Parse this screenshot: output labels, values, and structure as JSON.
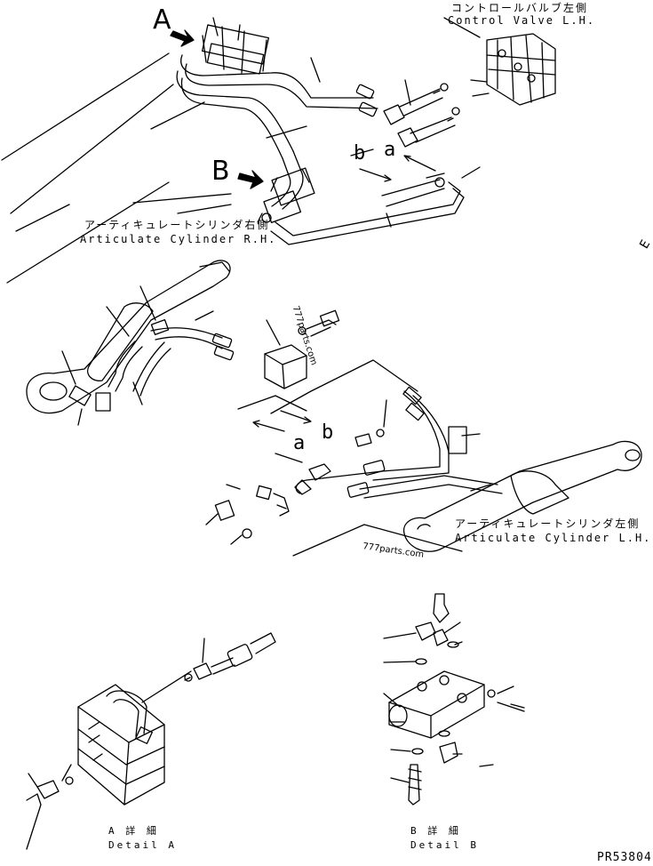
{
  "labels": {
    "control_valve_jp": "コントロールバルブ左側",
    "control_valve_en": "Control Valve L.H.",
    "articulate_rh_jp": "アーティキュレートシリンダ右側",
    "articulate_rh_en": "Articulate Cylinder R.H.",
    "articulate_lh_jp": "アーティキュレートシリンダ左側",
    "articulate_lh_en": "Articulate Cylinder L.H.",
    "detail_a_jp": "A 詳 細",
    "detail_a_en": "Detail A",
    "detail_b_jp": "B 詳 細",
    "detail_b_en": "Detail B",
    "part_number": "PR53804",
    "view_a": "A",
    "view_b": "B",
    "conn_a_top": "a",
    "conn_b_top": "b",
    "conn_a_mid": "a",
    "conn_b_mid": "b",
    "edge_letter": "E"
  },
  "watermarks": {
    "site_1": "777parts.com",
    "site_2": "777parts.com"
  }
}
